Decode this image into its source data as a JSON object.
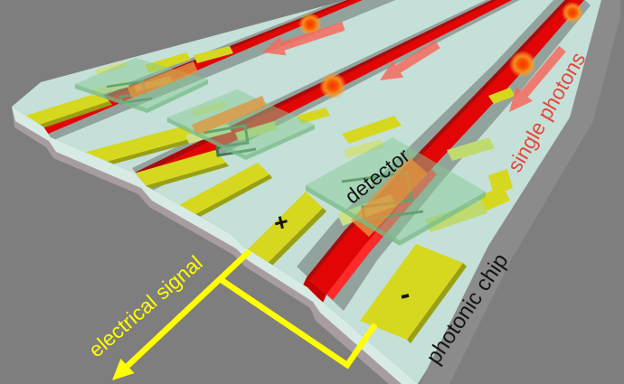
{
  "labels": {
    "detector": "detector",
    "single_photons": "single photons",
    "electrical_signal": "electrical signal",
    "photonic_chip": "photonic chip",
    "positive_terminal": "+",
    "negative_terminal": "-"
  },
  "scene": {
    "waveguide_count": 3,
    "detector_count": 3,
    "photon_count": 4
  },
  "colors": {
    "background": "#7e7e7e",
    "chip_surface": "#c5e0d8",
    "chip_side": "#d7ebe4",
    "chip_substrate": "#a79da0",
    "chip_shadow": "#8b8b8b",
    "trench": "#92a29d",
    "waveguide_red": "#e30505",
    "waveguide_dark": "#a50d0d",
    "waveguide_face": "#c40000",
    "waveguide_bright": "#ff2a2a",
    "pad_yellow": "#d5d81f",
    "pad_side": "#99a013",
    "inner_pad": "#cfe087",
    "inner_pad2": "#bfdb70",
    "slab_green": "#87c996",
    "slab_edge": "#79bd8a",
    "overlap_orange": "#e0953e",
    "meander": "#3e7a50",
    "arrow_salmon": "#f4685e",
    "signal_yellow": "#ffff00",
    "label_red": "#e2483d",
    "label_dark": "#141414",
    "photon_core": "#ff2e00",
    "photon_glow": "#f98c1e"
  }
}
